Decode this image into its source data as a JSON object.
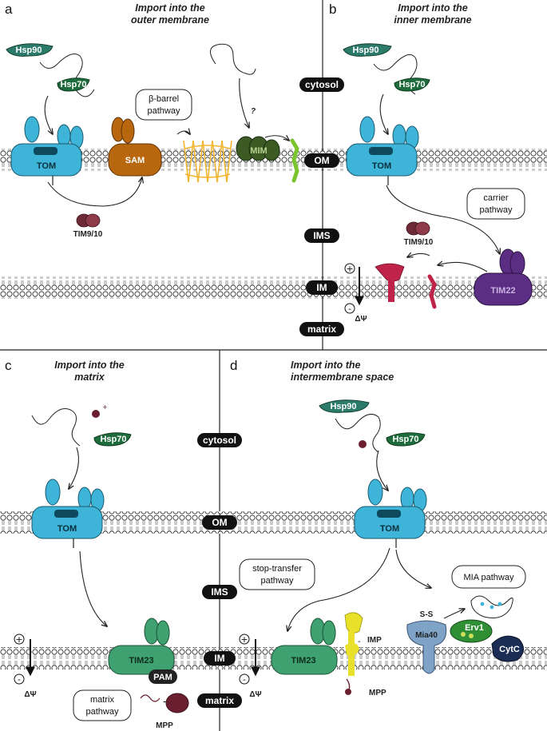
{
  "panels": {
    "a": {
      "letter": "a",
      "title1": "Import into the",
      "title2": "outer membrane"
    },
    "b": {
      "letter": "b",
      "title1": "Import into the",
      "title2": "inner membrane"
    },
    "c": {
      "letter": "c",
      "title1": "Import into the",
      "title2": "matrix"
    },
    "d": {
      "letter": "d",
      "title1": "Import into the",
      "title2": "intermembrane space"
    }
  },
  "compartments": {
    "top": [
      "cytosol",
      "OM",
      "IMS",
      "IM",
      "matrix"
    ],
    "bottom": [
      "cytosol",
      "OM",
      "IMS",
      "IM",
      "matrix"
    ]
  },
  "labels": {
    "hsp90": "Hsp90",
    "hsp70": "Hsp70",
    "tom": "TOM",
    "sam": "SAM",
    "mim": "MIM",
    "tim910": "TIM9/10",
    "tim22": "TIM22",
    "tim23": "TIM23",
    "pam": "PAM",
    "mpp": "MPP",
    "imp": "IMP",
    "mia40": "Mia40",
    "erv1": "Erv1",
    "cytc": "CytC",
    "ss": "S-S",
    "question": "?",
    "plus": "+",
    "minus": "-",
    "dpsi": "ΔΨ"
  },
  "pathways": {
    "beta_barrel": [
      "β-barrel",
      "pathway"
    ],
    "carrier": [
      "carrier",
      "pathway"
    ],
    "matrix": [
      "matrix",
      "pathway"
    ],
    "stop_transfer": [
      "stop-transfer",
      "pathway"
    ],
    "mia": [
      "MIA pathway"
    ]
  },
  "colors": {
    "tom": "#3db4d8",
    "tom_pore": "#0e4a5e",
    "hsp": "#1e6b3c",
    "hsp90": "#2b7a6a",
    "sam": "#b8670f",
    "mim": "#3b5a24",
    "barrel": "#f2b632",
    "tim910": "#6e2a36",
    "tim22": "#5b2d83",
    "carrier": "#c0234a",
    "tim23": "#3fa070",
    "imp": "#e8e02a",
    "mia40": "#7fa3c6",
    "erv1": "#2f8f35",
    "cytc": "#1b2d55",
    "mpp": "#6b1f2e"
  }
}
